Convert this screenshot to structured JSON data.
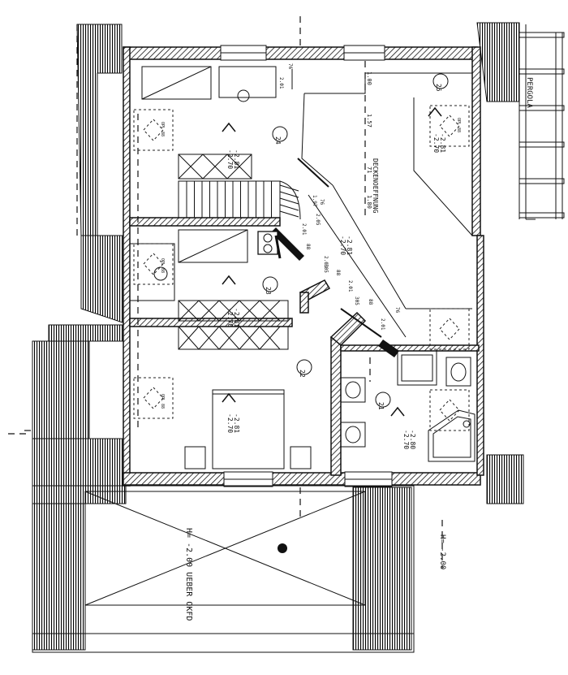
{
  "plan": {
    "rooms": [
      {
        "id": "room-21",
        "number": "21",
        "level_top": "-2.80",
        "level_bottom": "-2.70"
      },
      {
        "id": "room-22",
        "number": "22",
        "level_top": "-2.81",
        "level_bottom": "-2.70"
      },
      {
        "id": "room-23",
        "number": "23",
        "level_top": "-2.81",
        "level_bottom": "-2.70"
      },
      {
        "id": "room-24",
        "number": "24",
        "level_top": "-2.81",
        "level_bottom": "-2.70"
      },
      {
        "id": "room-25",
        "number": "25",
        "level_top": "-2.81",
        "level_bottom": "-2.70"
      }
    ],
    "labels": {
      "pergola": "PERGOLA",
      "ceiling_opening": "DECKENOEFFNUNG",
      "height_above_floor": "H= -2.00 UEBER OKFD",
      "height_right": "H= -2.00",
      "stair_level": "-2.81",
      "stair_level_b": "-2.70",
      "window_marks": [
        "OPL 88",
        "OPL 88",
        "OPL 88",
        "OPL 88"
      ]
    },
    "dimensions": {
      "d1": "1.00",
      "d2": "1.57",
      "d3": "71",
      "d4": "1.80",
      "d5": "2.01",
      "d6": "76",
      "d7": "1.97",
      "d8": "76",
      "d9": "2.05",
      "d10": "2.01",
      "d11": "305",
      "d12": "2.01",
      "d13": "305",
      "d14": "2.01",
      "d15": "76",
      "d16": "2.01",
      "d17": "88",
      "d18": "88",
      "d19": "88"
    }
  }
}
